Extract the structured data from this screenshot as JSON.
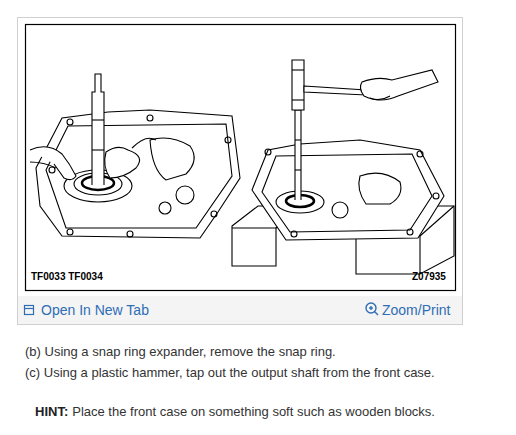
{
  "diagram": {
    "labels": [
      "TF0033 TF0034",
      "Z07935",
      "Open In New Tab",
      "Zoom/Print",
      "(b) Using a snap ring expander, remove the snap ring.",
      "(c) Using a plastic hammer, tap out the output shaft from the front case.",
      "HINT:",
      "Place the front case on something soft such as wooden blocks."
    ]
  }
}
